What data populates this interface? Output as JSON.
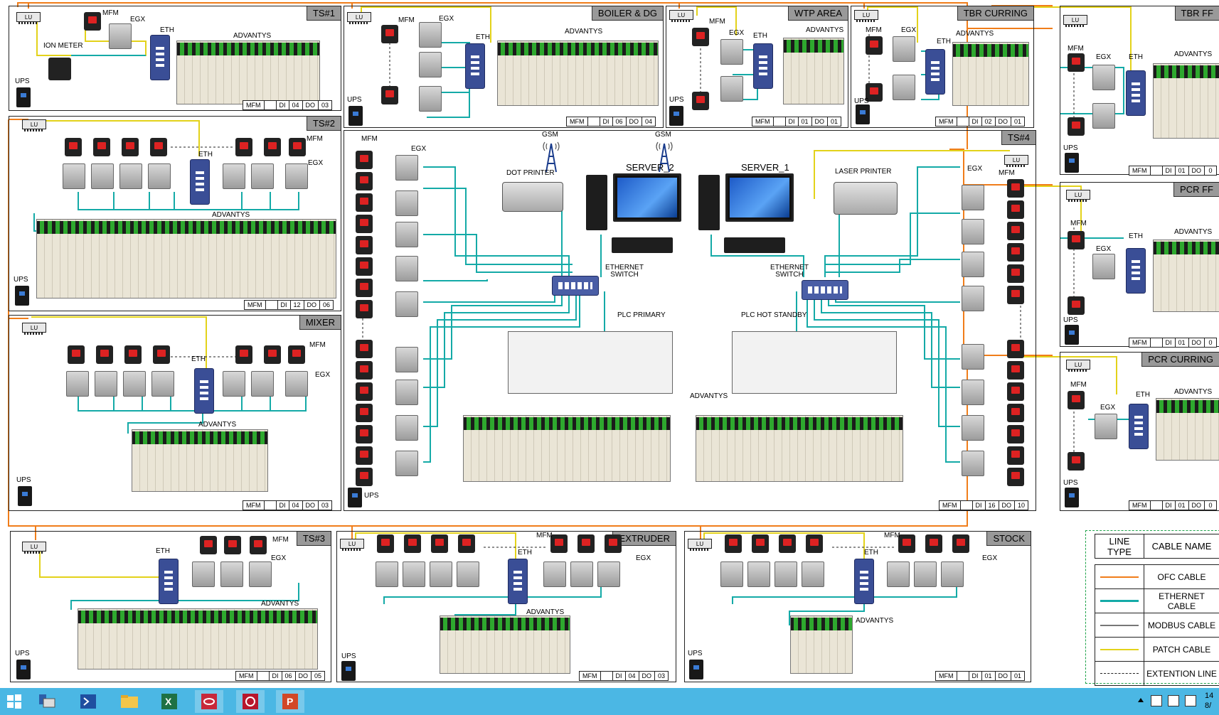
{
  "panels": {
    "ts1": {
      "title": "TS#1",
      "mfm_label": "MFM",
      "egx_label": "EGX",
      "eth_label": "ETH",
      "adv_label": "ADVANTYS",
      "ion_label": "ION METER",
      "ups_label": "UPS",
      "lu_label": "LU",
      "io": [
        "MFM",
        "",
        "DI",
        "04",
        "DO",
        "03"
      ]
    },
    "boiler": {
      "title": "BOILER & DG",
      "mfm_label": "MFM",
      "egx_label": "EGX",
      "eth_label": "ETH",
      "adv_label": "ADVANTYS",
      "ups_label": "UPS",
      "lu_label": "LU",
      "io": [
        "MFM",
        "",
        "DI",
        "06",
        "DO",
        "04"
      ]
    },
    "wtp": {
      "title": "WTP AREA",
      "mfm_label": "MFM",
      "egx_label": "EGX",
      "eth_label": "ETH",
      "adv_label": "ADVANTYS",
      "ups_label": "UPS",
      "lu_label": "LU",
      "io": [
        "MFM",
        "",
        "DI",
        "01",
        "DO",
        "01"
      ]
    },
    "tbr": {
      "title": "TBR CURRING",
      "mfm_label": "MFM",
      "egx_label": "EGX",
      "eth_label": "ETH",
      "adv_label": "ADVANTYS",
      "ups_label": "UPS",
      "lu_label": "LU",
      "io": [
        "MFM",
        "",
        "DI",
        "02",
        "DO",
        "01"
      ]
    },
    "tbrff": {
      "title": "TBR FF",
      "mfm_label": "MFM",
      "egx_label": "EGX",
      "eth_label": "ETH",
      "adv_label": "ADVANTYS",
      "ups_label": "UPS",
      "lu_label": "LU",
      "io": [
        "MFM",
        "",
        "DI",
        "01",
        "DO",
        "0"
      ]
    },
    "ts2": {
      "title": "TS#2",
      "mfm_label": "MFM",
      "egx_label": "EGX",
      "eth_label": "ETH",
      "adv_label": "ADVANTYS",
      "ups_label": "UPS",
      "lu_label": "LU",
      "io": [
        "MFM",
        "",
        "DI",
        "12",
        "DO",
        "06"
      ]
    },
    "pcrff": {
      "title": "PCR FF",
      "mfm_label": "MFM",
      "egx_label": "EGX",
      "eth_label": "ETH",
      "adv_label": "ADVANTYS",
      "ups_label": "UPS",
      "lu_label": "LU",
      "io": [
        "MFM",
        "",
        "DI",
        "01",
        "DO",
        "0"
      ]
    },
    "mixer": {
      "title": "MIXER",
      "mfm_label": "MFM",
      "egx_label": "EGX",
      "eth_label": "ETH",
      "adv_label": "ADVANTYS",
      "ups_label": "UPS",
      "lu_label": "LU",
      "io": [
        "MFM",
        "",
        "DI",
        "04",
        "DO",
        "03"
      ]
    },
    "pcrcur": {
      "title": "PCR CURRING",
      "mfm_label": "MFM",
      "egx_label": "EGX",
      "eth_label": "ETH",
      "adv_label": "ADVANTYS",
      "ups_label": "UPS",
      "lu_label": "LU",
      "io": [
        "MFM",
        "",
        "DI",
        "01",
        "DO",
        "0"
      ]
    },
    "ts4": {
      "title": "TS#4",
      "mfm_label": "MFM",
      "egx_label": "EGX",
      "adv_label": "ADVANTYS",
      "ups_label": "UPS",
      "lu_label": "LU",
      "io": [
        "MFM",
        "",
        "DI",
        "16",
        "DO",
        "10"
      ]
    },
    "ts3": {
      "title": "TS#3",
      "mfm_label": "MFM",
      "egx_label": "EGX",
      "eth_label": "ETH",
      "adv_label": "ADVANTYS",
      "ups_label": "UPS",
      "lu_label": "LU",
      "io": [
        "MFM",
        "",
        "DI",
        "06",
        "DO",
        "05"
      ]
    },
    "extruder": {
      "title": "EXTRUDER",
      "mfm_label": "MFM",
      "egx_label": "EGX",
      "eth_label": "ETH",
      "adv_label": "ADVANTYS",
      "ups_label": "UPS",
      "lu_label": "LU",
      "io": [
        "MFM",
        "",
        "DI",
        "04",
        "DO",
        "03"
      ]
    },
    "stock": {
      "title": "STOCK",
      "mfm_label": "MFM",
      "egx_label": "EGX",
      "eth_label": "ETH",
      "adv_label": "ADVANTYS",
      "ups_label": "UPS",
      "lu_label": "LU",
      "io": [
        "MFM",
        "",
        "DI",
        "01",
        "DO",
        "01"
      ]
    }
  },
  "center": {
    "gsm_label": "GSM",
    "server2_label": "SERVER_2",
    "server1_label": "SERVER_1",
    "dot_printer": "DOT PRINTER",
    "laser_printer": "LASER PRINTER",
    "eth_switch_left": "ETHERNET SWITCH",
    "eth_switch_right": "ETHERNET SWITCH",
    "plc_primary": "PLC PRIMARY",
    "plc_standby": "PLC HOT STANDBY",
    "advantys": "ADVANTYS"
  },
  "legend": {
    "header_type": "LINE TYPE",
    "header_name": "CABLE NAME",
    "rows": [
      {
        "name": "OFC CABLE",
        "color": "#f07d1a",
        "style": "solid"
      },
      {
        "name": "ETHERNET CABLE",
        "color": "#14aaa7",
        "style": "solid"
      },
      {
        "name": "MODBUS CABLE",
        "color": "#777777",
        "style": "solid"
      },
      {
        "name": "PATCH CABLE",
        "color": "#e3d21a",
        "style": "solid"
      },
      {
        "name": "EXTENTION LINE",
        "color": "#222222",
        "style": "dashed"
      }
    ]
  },
  "taskbar": {
    "items": [
      "start-icon",
      "server-manager-icon",
      "powershell-icon",
      "file-explorer-icon",
      "excel-icon",
      "app-red-eye-icon",
      "app-red-circle-icon",
      "powerpoint-icon"
    ],
    "clock_time": "14",
    "clock_date": "8/"
  },
  "colors": {
    "ofc": "#f07d1a",
    "ethernet": "#14aaa7",
    "patch": "#e3d21a",
    "taskbar": "#4bb7e4"
  }
}
